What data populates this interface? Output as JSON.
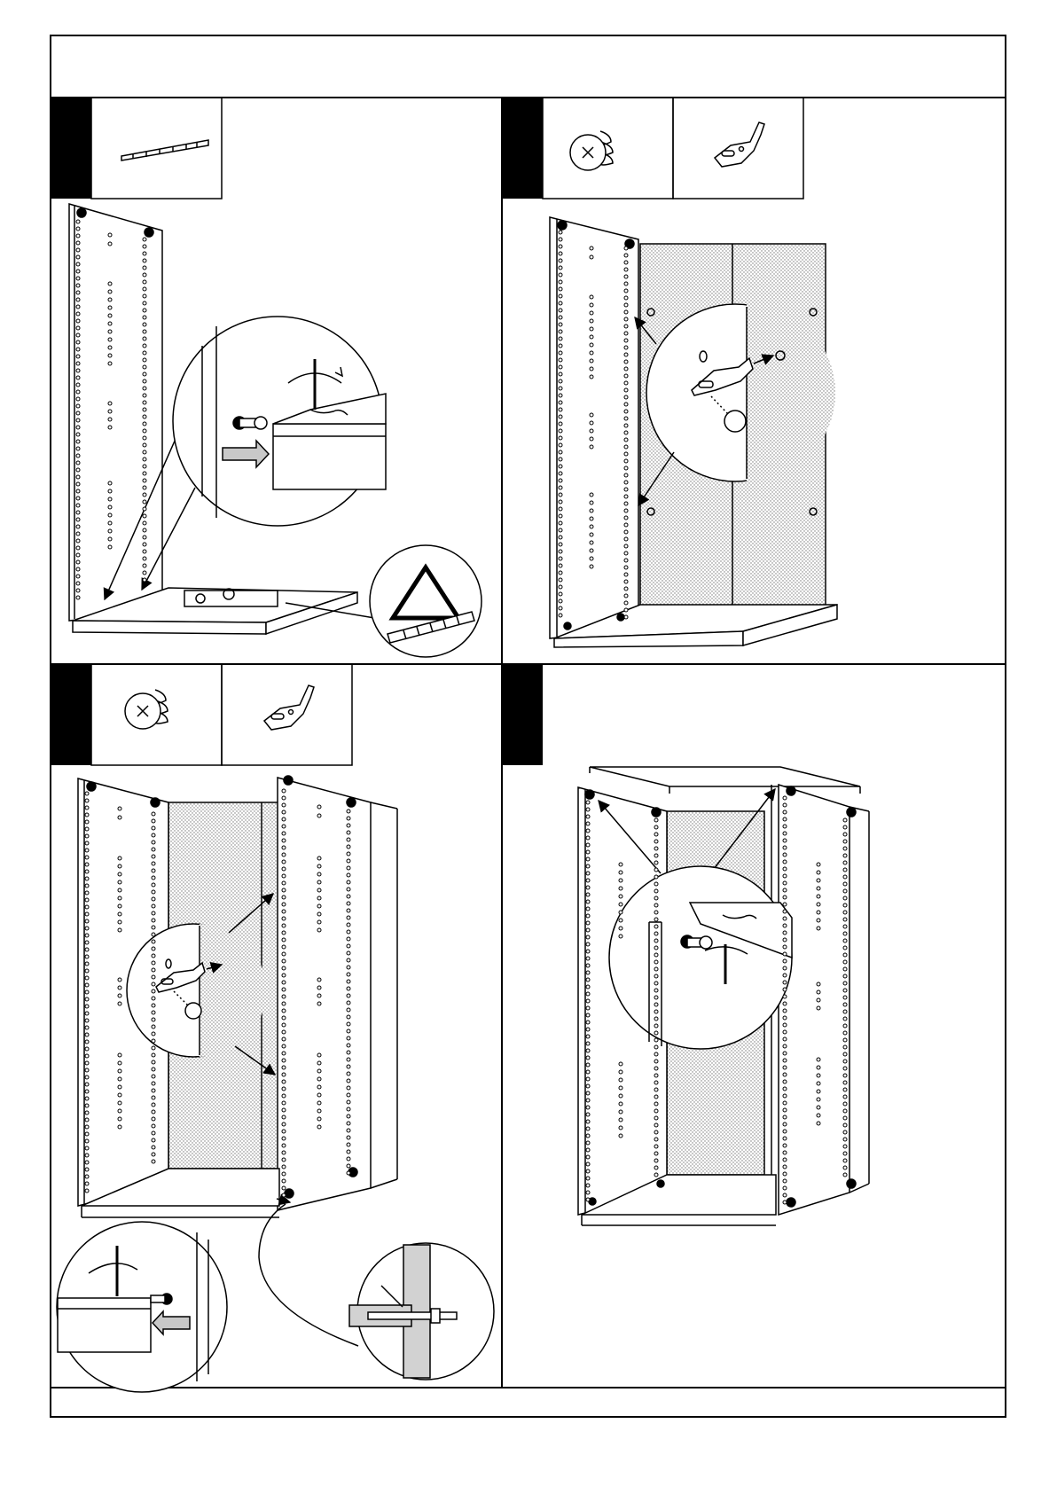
{
  "document": {
    "type": "assembly-instructions",
    "steps": [
      {
        "panel": "top-left",
        "parts": [
          "wedge-shim"
        ],
        "callouts": [
          "cam-bolt-insert-detail",
          "warning-triangle-shim-detail"
        ]
      },
      {
        "panel": "top-right",
        "parts": [
          "screw",
          "back-panel-clip"
        ],
        "callouts": [
          "clip-fixing-detail"
        ]
      },
      {
        "panel": "bottom-left",
        "parts": [
          "screw",
          "back-panel-clip"
        ],
        "callouts": [
          "clip-fixing-detail",
          "cam-bolt-insert-detail",
          "dowel-cross-section-detail"
        ]
      },
      {
        "panel": "bottom-right",
        "parts": [],
        "callouts": [
          "top-panel-cam-lock-detail"
        ]
      }
    ],
    "colors": {
      "line": "#000000",
      "paper": "#ffffff",
      "arrow_fill": "#c8c8c8",
      "dowel_fill": "#d2d2d2"
    }
  }
}
